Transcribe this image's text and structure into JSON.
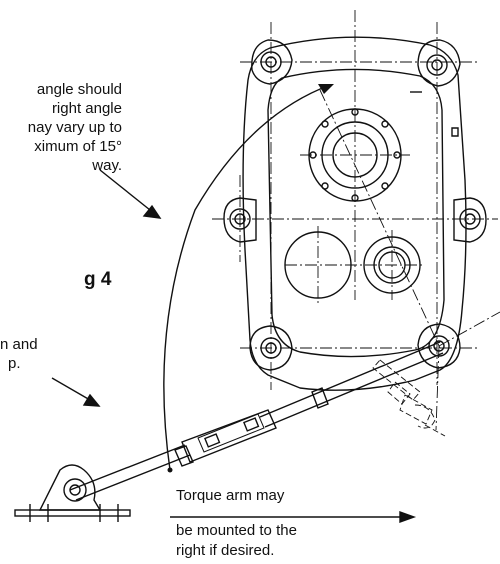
{
  "callouts": {
    "angle_note": {
      "lines": [
        "angle should",
        "right angle",
        "nay vary up to",
        "ximum of 15°",
        "way."
      ]
    },
    "fig_label": "g 4",
    "bottom_left_note": {
      "lines": [
        "n and",
        "p."
      ]
    },
    "torque_note": {
      "line1": "Torque arm may",
      "line2": "be mounted to the",
      "line3": "right if desired."
    }
  }
}
